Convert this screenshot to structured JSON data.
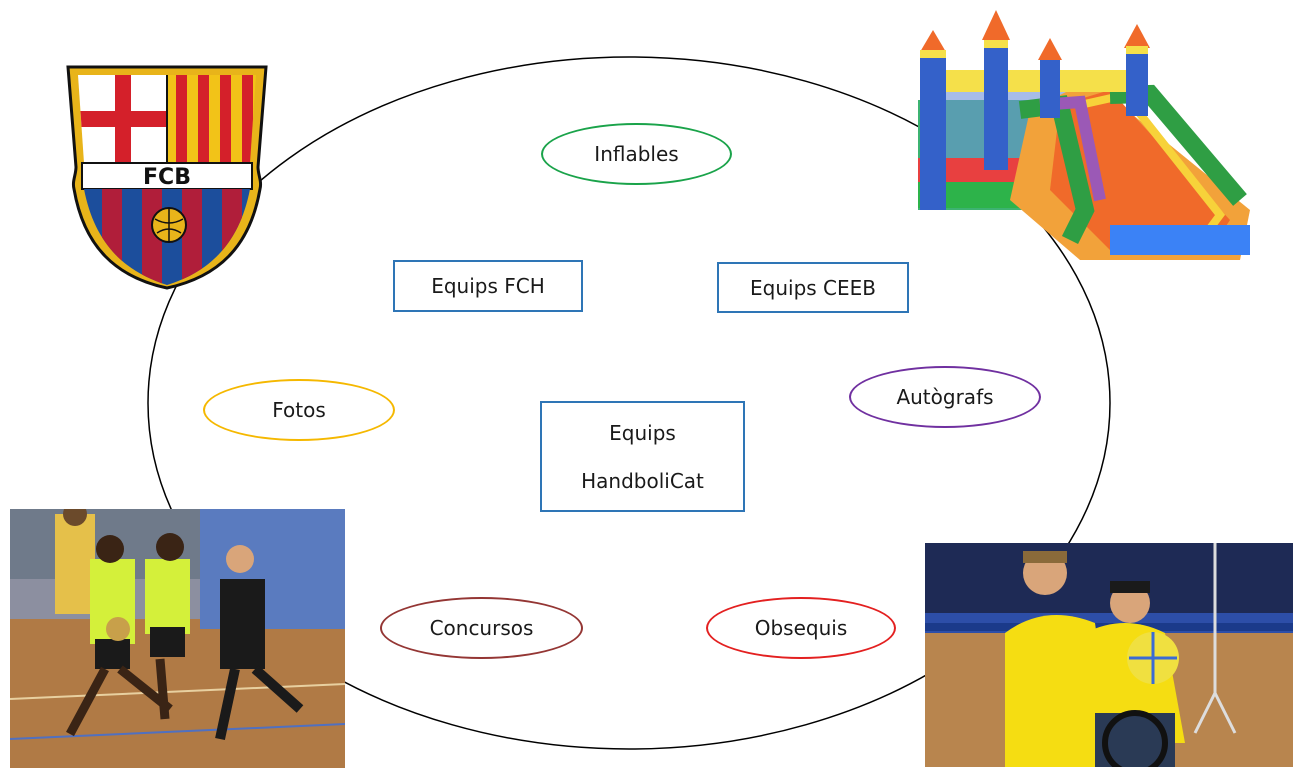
{
  "diagram": {
    "ovals": {
      "inflables": {
        "label": "Inflables",
        "color": "#1aa34a"
      },
      "fotos": {
        "label": "Fotos",
        "color": "#f5b800"
      },
      "autografs": {
        "label": "Autògrafs",
        "color": "#7030a0"
      },
      "concursos": {
        "label": "Concursos",
        "color": "#943634"
      },
      "obsequis": {
        "label": "Obsequis",
        "color": "#e32020"
      }
    },
    "boxes": {
      "equips_fch": {
        "label": "Equips FCH"
      },
      "equips_ceeb": {
        "label": "Equips CEEB"
      },
      "equips_handbolicat": {
        "line1": "Equips",
        "line2": "HandboliCat"
      }
    },
    "box_border_color": "#2e75b6",
    "big_ellipse_color": "#000000"
  },
  "images": {
    "logo": {
      "icon": "fcb-crest-icon",
      "text": "FCB"
    },
    "bouncy_castle": {
      "icon": "bouncy-castle-icon"
    },
    "photo_kids": {
      "icon": "kids-handball-photo"
    },
    "photo_wheelchair": {
      "icon": "wheelchair-player-photo"
    }
  }
}
